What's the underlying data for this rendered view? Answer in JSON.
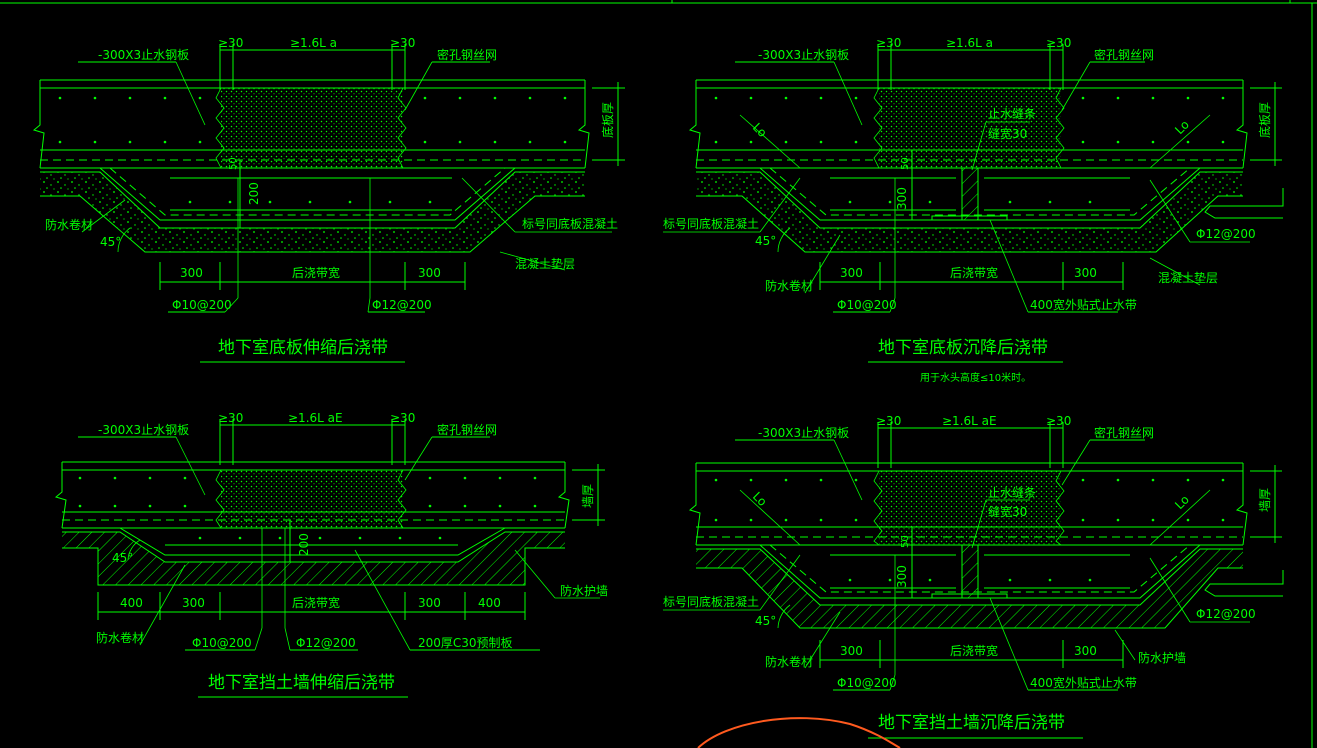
{
  "colors": {
    "background": "#000000",
    "line": "#00ff00",
    "marker": "#ff5a1f"
  },
  "panels": [
    {
      "id": "p1",
      "title": "地下室底板伸缩后浇带",
      "subtitle": "",
      "labels": {
        "plate": "-300X3止水钢板",
        "mesh": "密孔钢丝网",
        "dim_left": "≥30",
        "dim_mid": "≥1.6L a",
        "dim_right": "≥30",
        "thickness": "底板厚",
        "left_material": "防水卷材",
        "cushion": "混凝土垫层",
        "concrete": "标号同底板混凝土",
        "angle": "45°",
        "d200": "200",
        "d50": "50",
        "w300a": "300",
        "width": "后浇带宽",
        "w300b": "300",
        "rebar1": "Φ10@200",
        "rebar2": "Φ12@200"
      }
    },
    {
      "id": "p2",
      "title": "地下室底板沉降后浇带",
      "subtitle": "用于水头高度≤10米时。",
      "labels": {
        "plate": "-300X3止水钢板",
        "mesh": "密孔钢丝网",
        "dim_left": "≥30",
        "dim_mid": "≥1.6L a",
        "dim_right": "≥30",
        "thickness": "底板厚",
        "strip": "止水缝条",
        "seam": "缝宽30",
        "lo_left": "Lo",
        "lo_right": "Lo",
        "concrete": "标号同底板混凝土",
        "angle": "45°",
        "left_material": "防水卷材",
        "d300": "300",
        "d50": "50",
        "rebar_r": "Φ12@200",
        "cushion": "混凝土垫层",
        "w300a": "300",
        "width": "后浇带宽",
        "w300b": "300",
        "rebar1": "Φ10@200",
        "tape": "400宽外贴式止水带"
      }
    },
    {
      "id": "p3",
      "title": "地下室挡土墙伸缩后浇带",
      "subtitle": "",
      "labels": {
        "plate": "-300X3止水钢板",
        "mesh": "密孔钢丝网",
        "dim_left": "≥30",
        "dim_mid": "≥1.6L aE",
        "dim_right": "≥30",
        "thickness": "墙厚",
        "angle": "45°",
        "d200": "200",
        "protect": "防水护墙",
        "w400a": "400",
        "w300a": "300",
        "width": "后浇带宽",
        "w300b": "300",
        "w400b": "400",
        "left_material": "防水卷材",
        "rebar1": "Φ10@200",
        "rebar2": "Φ12@200",
        "precast": "200厚C30预制板"
      }
    },
    {
      "id": "p4",
      "title": "地下室挡土墙沉降后浇带",
      "subtitle": "",
      "labels": {
        "plate": "-300X3止水钢板",
        "mesh": "密孔钢丝网",
        "dim_left": "≥30",
        "dim_mid": "≥1.6L aE",
        "dim_right": "≥30",
        "thickness": "墙厚",
        "strip": "止水缝条",
        "seam": "缝宽30",
        "lo_left": "Lo",
        "lo_right": "Lo",
        "d300": "300",
        "d50": "50",
        "concrete": "标号同底板混凝土",
        "rebar_r": "Φ12@200",
        "angle": "45°",
        "protect": "防水护墙",
        "w300a": "300",
        "width": "后浇带宽",
        "w300b": "300",
        "left_material": "防水卷材",
        "rebar1": "Φ10@200",
        "tape": "400宽外贴式止水带"
      }
    }
  ]
}
